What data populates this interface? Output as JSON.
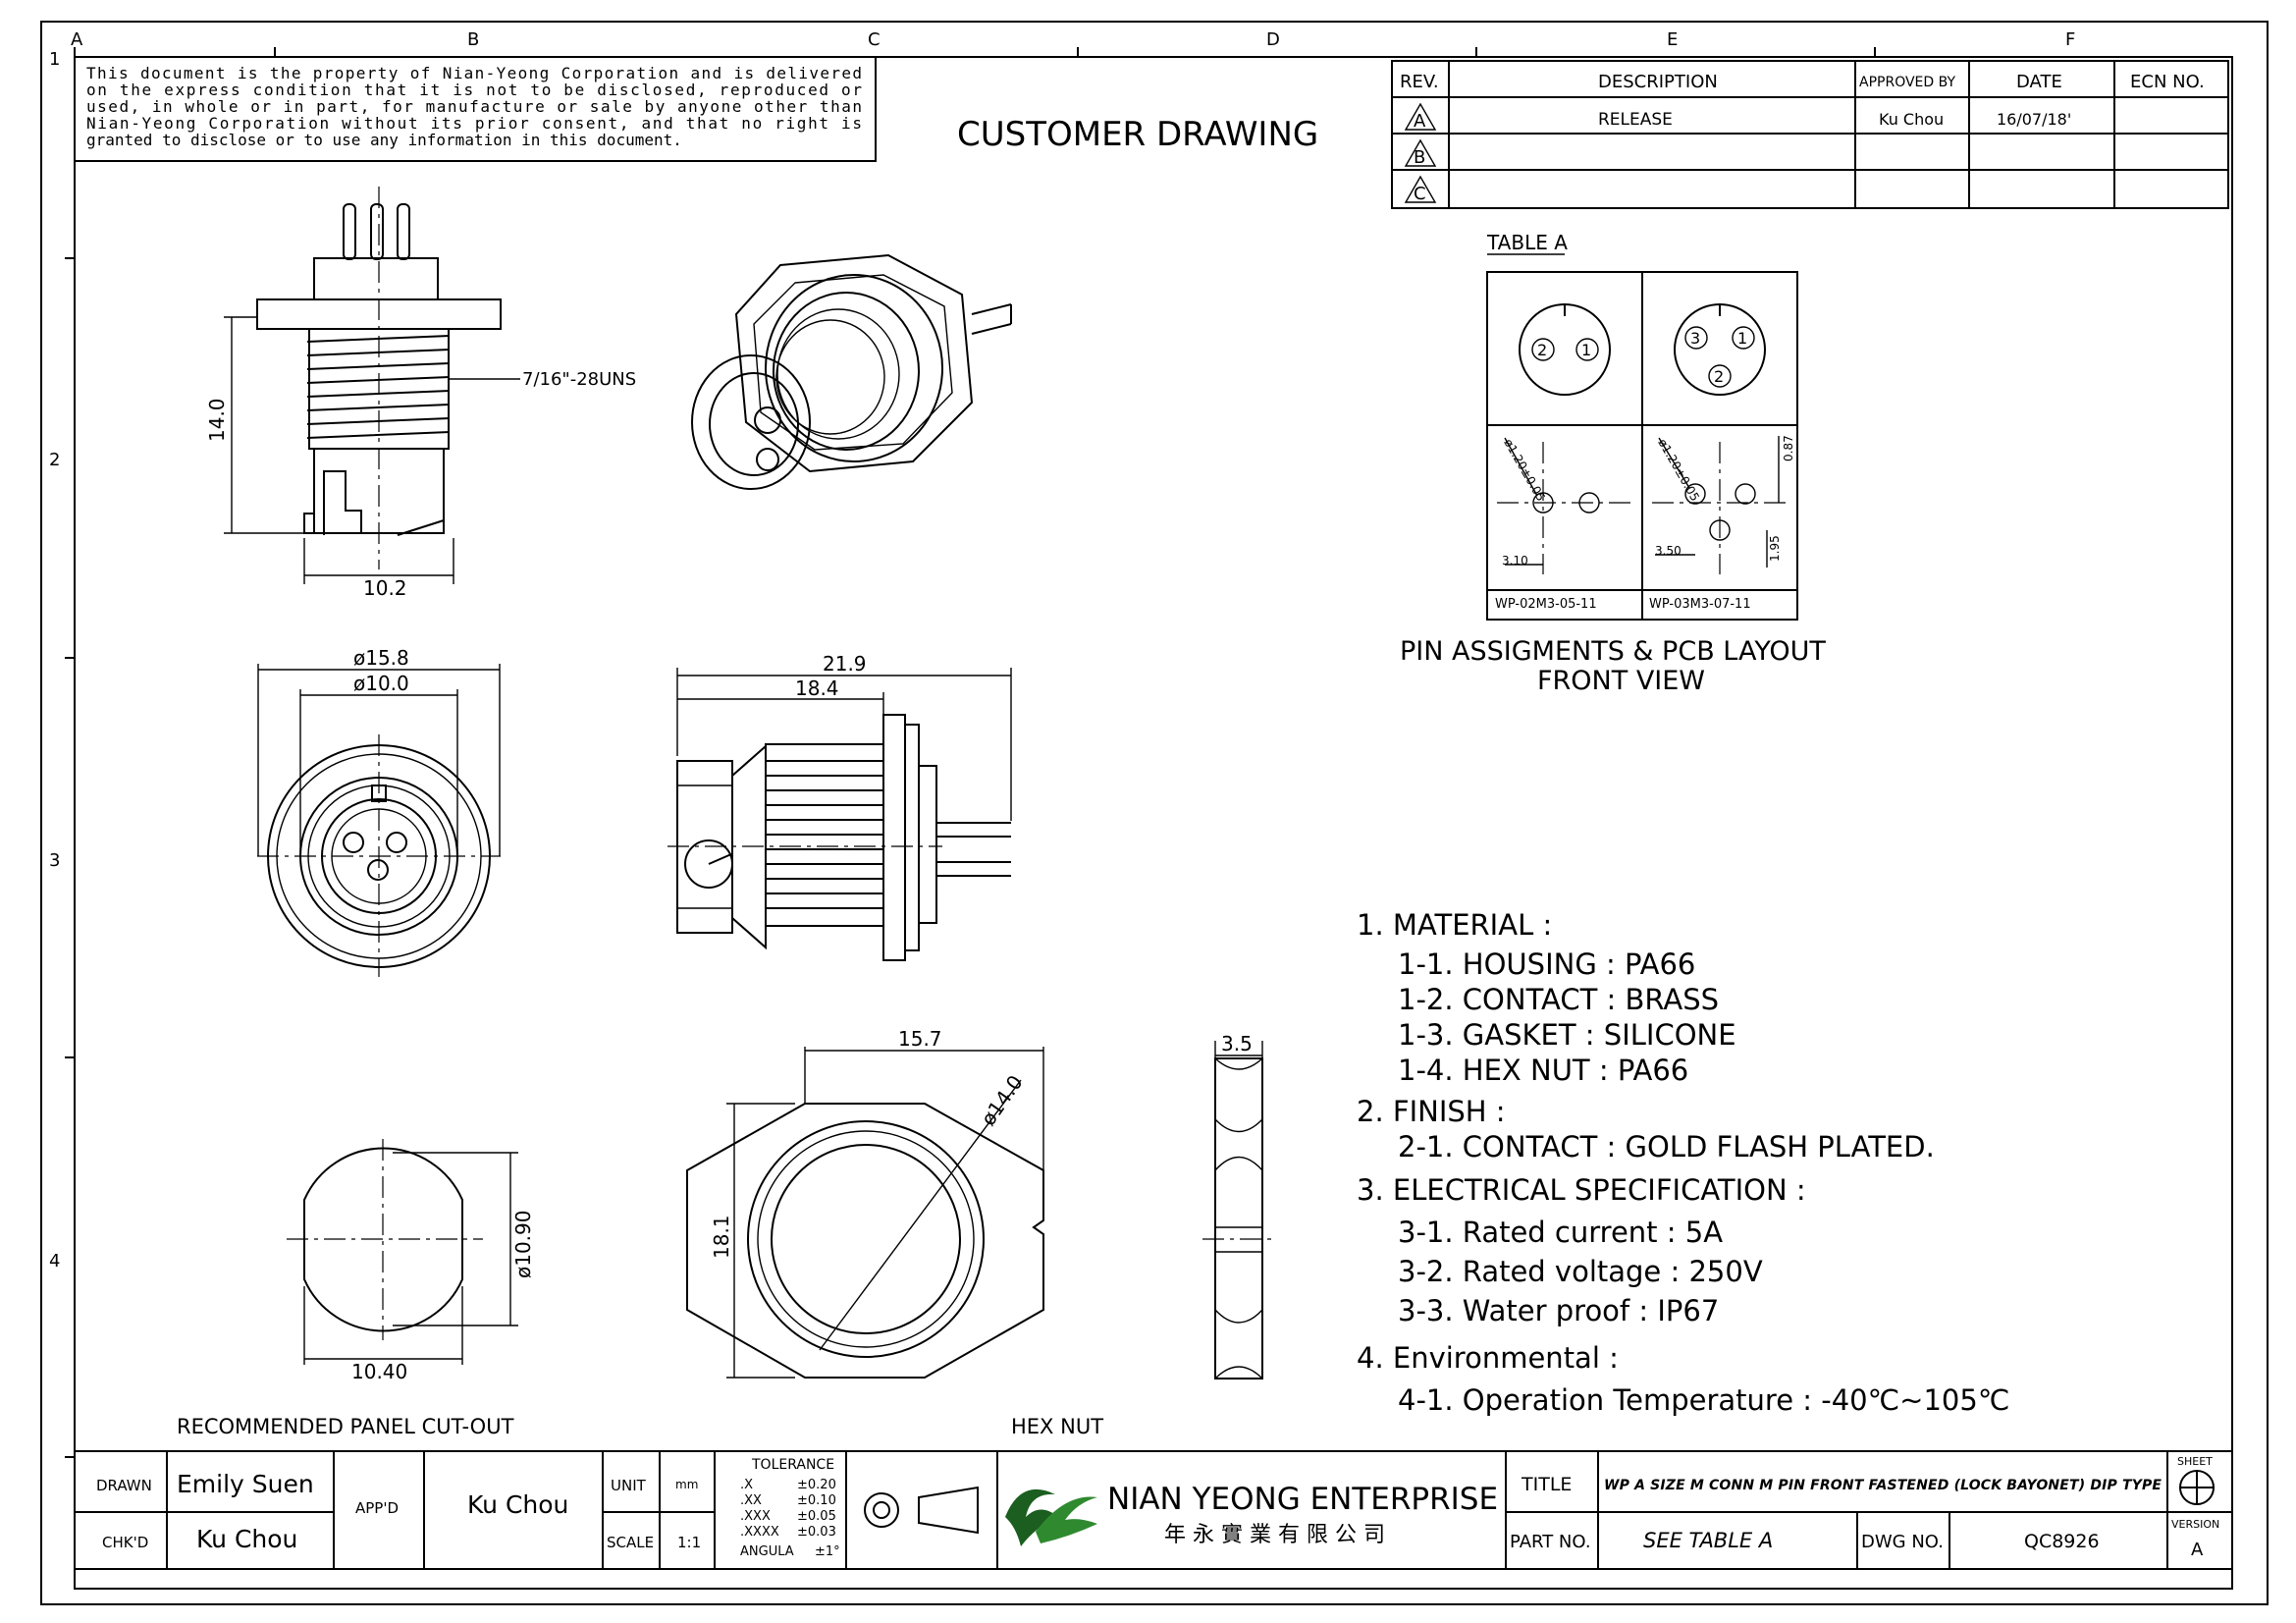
{
  "zones": {
    "cols": [
      "A",
      "B",
      "C",
      "D",
      "E",
      "F"
    ],
    "rows": [
      "1",
      "2",
      "3",
      "4"
    ]
  },
  "notice": [
    "This document is the property of Nian-Yeong Corporation and is delivered",
    "on  the  express condition that it is not to be disclosed, reproduced or",
    "used, in whole or in part, for manufacture or sale by anyone other than",
    "Nian-Yeong Corporation without  its prior consent, and that  no right  is",
    "granted to disclose or to use any information in this  document."
  ],
  "doc_title": "CUSTOMER DRAWING",
  "revision": {
    "headers": [
      "REV.",
      "DESCRIPTION",
      "APPROVED BY",
      "DATE",
      "ECN NO."
    ],
    "rows": [
      {
        "rev": "A",
        "description": "RELEASE",
        "approved": "Ku Chou",
        "date": "16/07/18'",
        "ecn": ""
      },
      {
        "rev": "B",
        "description": "",
        "approved": "",
        "date": "",
        "ecn": ""
      },
      {
        "rev": "C",
        "description": "",
        "approved": "",
        "date": "",
        "ecn": ""
      }
    ]
  },
  "table_a": {
    "title": "TABLE A",
    "pins_2": [
      "2",
      "1"
    ],
    "pins_3": [
      "3",
      "1",
      "2"
    ],
    "dims_2": {
      "hole": "ø1.20±0.05",
      "pitch": "3.10"
    },
    "dims_3": {
      "hole": "ø1.20±0.05",
      "pitch_x": "3.50",
      "dim_v1": "0.87",
      "dim_v2": "1.95"
    },
    "part_numbers": [
      "WP-02M3-05-11",
      "WP-03M3-07-11"
    ],
    "caption_line1": "PIN ASSIGMENTS & PCB LAYOUT",
    "caption_line2": "FRONT VIEW"
  },
  "dims": {
    "thread": "7/16\"-28UNS",
    "height": "14.0",
    "width": "10.2",
    "d_outer": "ø15.8",
    "d_inner": "ø10.0",
    "len_total": "21.9",
    "len_body": "18.4",
    "nut_width": "15.7",
    "nut_dia": "ø14.0",
    "nut_height": "18.1",
    "nut_thick": "3.5",
    "cut_width": "10.40",
    "cut_dia": "ø10.90"
  },
  "labels": {
    "panel_cutout": "RECOMMENDED PANEL CUT-OUT",
    "hex_nut": "HEX NUT"
  },
  "specs": [
    {
      "head": "1. MATERIAL :",
      "items": [
        "1-1. HOUSING : PA66",
        "1-2. CONTACT : BRASS",
        "1-3. GASKET : SILICONE",
        "1-4. HEX NUT : PA66"
      ]
    },
    {
      "head": "2. FINISH :",
      "items": [
        "2-1. CONTACT : GOLD FLASH PLATED."
      ]
    },
    {
      "head": "3. ELECTRICAL SPECIFICATION :",
      "items": [
        "3-1. Rated current : 5A",
        "3-2. Rated voltage : 250V",
        "3-3. Water proof : IP67"
      ]
    },
    {
      "head": "4. Environmental :",
      "items": [
        "4-1. Operation Temperature : -40℃~105℃"
      ]
    }
  ],
  "title_block": {
    "drawn_label": "DRAWN",
    "drawn": "Emily Suen",
    "chkd_label": "CHK'D",
    "chkd": "Ku Chou",
    "appd_label": "APP'D",
    "appd": "Ku Chou",
    "unit_label": "UNIT",
    "unit": "mm",
    "scale_label": "SCALE",
    "scale": "1:1",
    "tol_title": "TOLERANCE",
    "tol_rows": [
      [
        ".X",
        "±0.20"
      ],
      [
        ".XX",
        "±0.10"
      ],
      [
        ".XXX",
        "±0.05"
      ],
      [
        ".XXXX",
        "±0.03"
      ],
      [
        "ANGULA",
        "±1°"
      ]
    ],
    "company": "NIAN YEONG ENTERPRISE",
    "company_cn": "年 永 實 業 有 限 公 司",
    "title_label": "TITLE",
    "title": "WP A SIZE M CONN M PIN FRONT FASTENED (LOCK BAYONET) DIP TYPE",
    "partno_label": "PART NO.",
    "partno": "SEE TABLE A",
    "dwgno_label": "DWG NO.",
    "dwgno": "QC8926",
    "sheet_label": "SHEET",
    "version_label": "VERSION",
    "version": "A"
  },
  "colors": {
    "logo_green": "#2f8a2f",
    "logo_dark": "#1b5e20"
  }
}
